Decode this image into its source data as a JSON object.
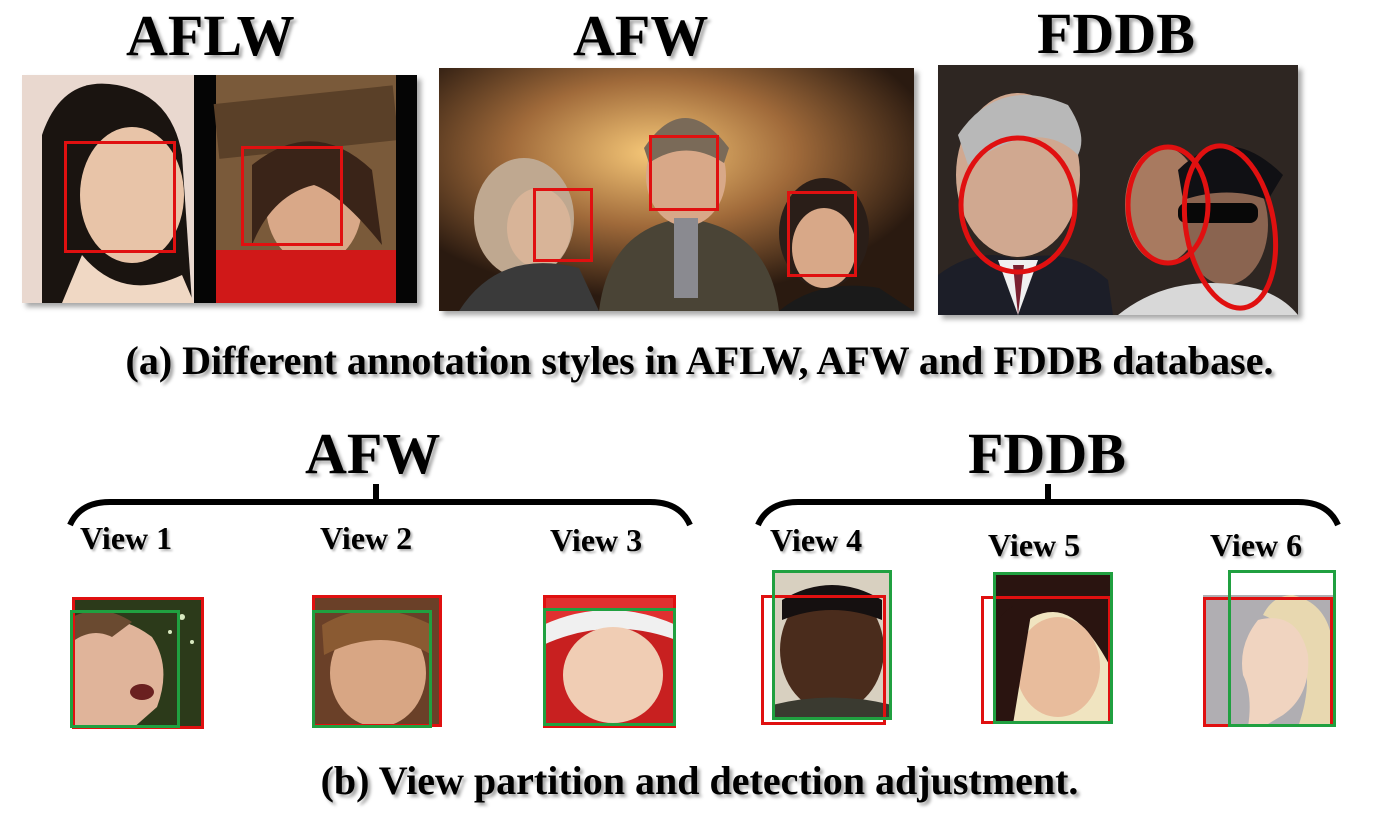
{
  "panel_a": {
    "aflw_title": "AFLW",
    "afw_title": "AFW",
    "fddb_title": "FDDB",
    "caption": "(a) Different annotation styles in AFLW, AFW and FDDB database."
  },
  "panel_b": {
    "afw_title": "AFW",
    "fddb_title": "FDDB",
    "views": [
      "View 1",
      "View 2",
      "View 3",
      "View 4",
      "View 5",
      "View 6"
    ],
    "caption": "(b) View partition and detection adjustment."
  },
  "colors": {
    "annotation_red": "#e01010",
    "adjusted_green": "#20a040"
  }
}
